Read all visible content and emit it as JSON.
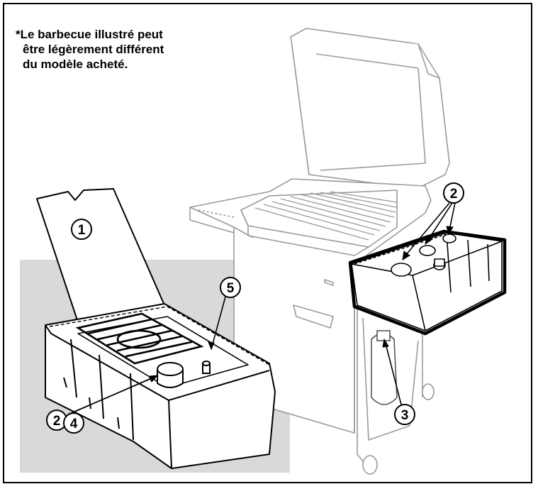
{
  "note": {
    "line1": "*Le barbecue illustré peut",
    "line2": "être légèrement différent",
    "line3": "du modèle acheté."
  },
  "callouts": {
    "c1": "1",
    "c2": "2",
    "c2b": "2",
    "c3": "3",
    "c4": "4",
    "c5": "5"
  },
  "colors": {
    "line": "#000000",
    "faint": "#9a9a9a",
    "panel": "#d9d9d9"
  }
}
